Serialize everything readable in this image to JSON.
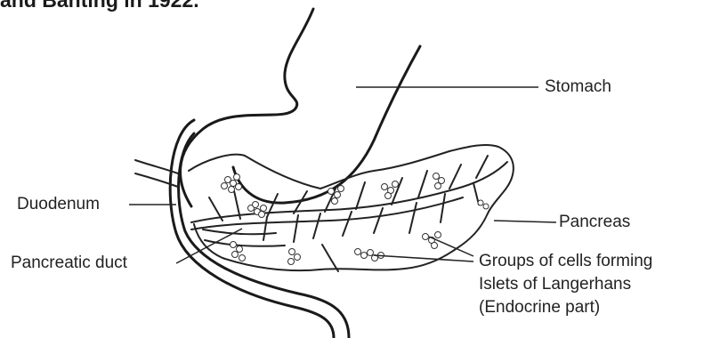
{
  "heading": {
    "text": "and Banting in 1922."
  },
  "labels": {
    "stomach": "Stomach",
    "duodenum": "Duodenum",
    "pancreas": "Pancreas",
    "pancreatic_duct": "Pancreatic duct",
    "islets_line1": "Groups of cells forming",
    "islets_line2": "Islets of Langerhans",
    "islets_line3": "(Endocrine part)"
  }
}
